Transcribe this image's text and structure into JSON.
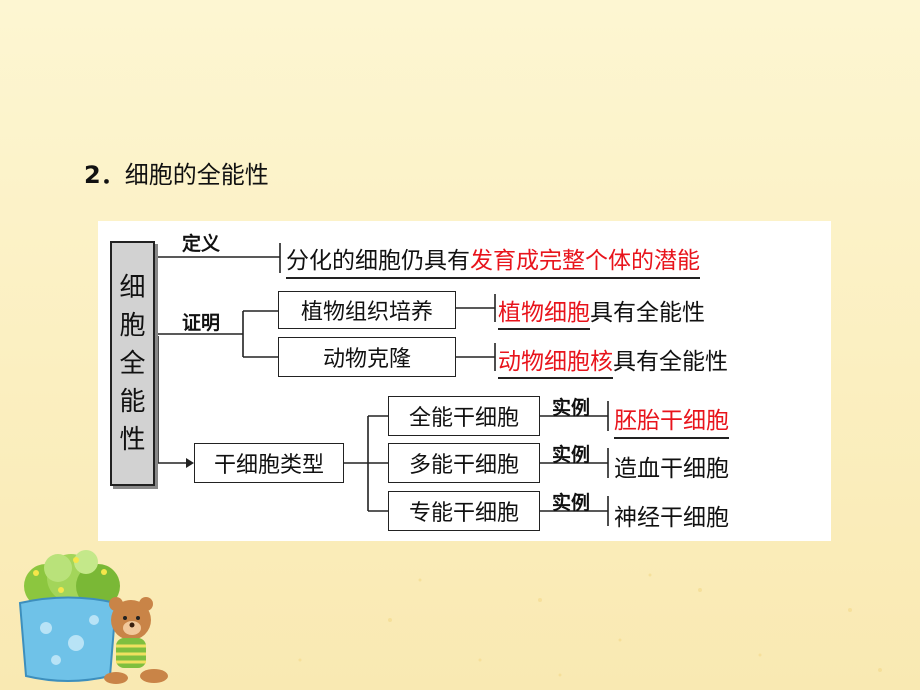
{
  "heading": {
    "number": "2．",
    "text": "细胞的全能性"
  },
  "diagram": {
    "root": [
      "细",
      "胞",
      "全",
      "能",
      "性"
    ],
    "definition": {
      "label": "定义",
      "prefix": "分化的细胞仍具有",
      "highlight": "发育成完整个体的潜能"
    },
    "proof": {
      "label": "证明",
      "items": [
        {
          "box": "植物组织培养",
          "highlight": "植物细胞",
          "suffix": "具有全能性"
        },
        {
          "box": "动物克隆",
          "highlight": "动物细胞核",
          "suffix": "具有全能性"
        }
      ]
    },
    "stem": {
      "box": "干细胞类型",
      "example_label": "实例",
      "items": [
        {
          "box": "全能干细胞",
          "example": "胚胎干细胞",
          "red": true
        },
        {
          "box": "多能干细胞",
          "example": "造血干细胞",
          "red": false
        },
        {
          "box": "专能干细胞",
          "example": "神经干细胞",
          "red": false
        }
      ]
    }
  },
  "colors": {
    "highlight": "#e8141c",
    "background": "#fbefc0",
    "root_fill": "#d2d2d2"
  }
}
